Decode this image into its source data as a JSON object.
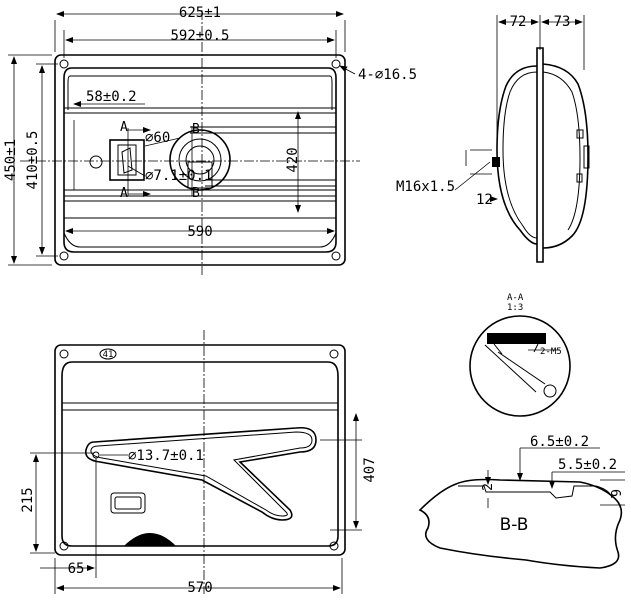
{
  "top_view": {
    "dim_overall_width": "625±1",
    "dim_width": "592±0.5",
    "dim_overall_height": "450±1",
    "dim_height": "410±0.5",
    "dim_hole": "4-⌀16.5",
    "dim_offset": "58±0.2",
    "dim_filler": "⌀60",
    "dim_small_hole": "⌀7.1±0.1",
    "dim_inner_height": "420",
    "dim_inner_width": "590",
    "section_a_top": "A",
    "section_a_bottom": "A",
    "section_b_top": "B",
    "section_b_bottom": "B"
  },
  "side_view": {
    "dim_left": "72",
    "dim_right": "73",
    "dim_thread": "M16x1.5",
    "dim_12": "12"
  },
  "detail_a": {
    "title": "A-A",
    "scale": "1:3",
    "label_2m5": "2-M5"
  },
  "bottom_view": {
    "badge": "41",
    "dim_hole": "⌀13.7±0.1",
    "dim_height": "407",
    "dim_215": "215",
    "dim_65": "65",
    "dim_570": "570"
  },
  "section_b": {
    "title": "B-B",
    "dim_6_5": "6.5±0.2",
    "dim_5_5": "5.5±0.2",
    "dim_2": "2",
    "dim_9": "9"
  }
}
